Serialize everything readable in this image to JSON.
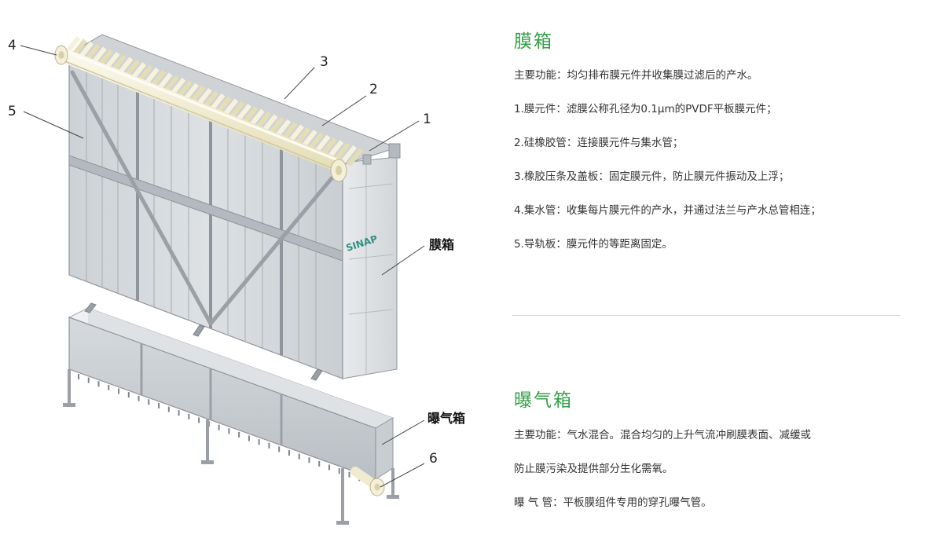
{
  "callouts": {
    "n1": "1",
    "n2": "2",
    "n3": "3",
    "n4": "4",
    "n5": "5",
    "n6": "6",
    "membrane_tank": "膜箱",
    "aeration_tank": "曝气箱",
    "logo": "SINAP"
  },
  "membrane_section": {
    "title": "膜箱",
    "lines": [
      "主要功能：均匀排布膜元件并收集膜过滤后的产水。",
      "1.膜元件：滤膜公称孔径为0.1μm的PVDF平板膜元件；",
      "2.硅橡胶管：连接膜元件与集水管；",
      "3.橡胶压条及盖板：固定膜元件，防止膜元件振动及上浮；",
      "4.集水管：收集每片膜元件的产水，并通过法兰与产水总管相连；",
      "5.导轨板：膜元件的等距离固定。"
    ]
  },
  "aeration_section": {
    "title": "曝气箱",
    "lines": [
      "主要功能：气水混合。混合均匀的上升气流冲刷膜表面、减缓或",
      "防止膜污染及提供部分生化需氧。",
      "曝  气  管：平板膜组件专用的穿孔曝气管。"
    ]
  },
  "colors": {
    "accent": "#35a149",
    "logo": "#2f8f80",
    "steel_light": "#e2e5e8",
    "steel_mid": "#c9ced3",
    "steel_dark": "#a7adb3",
    "frame_edge": "#8e959c",
    "pipe_cream": "#f2edcf",
    "leader": "#444444"
  }
}
